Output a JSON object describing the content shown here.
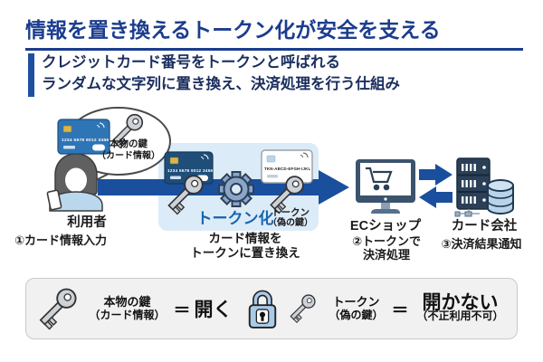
{
  "header": {
    "title": "情報を置き換えるトークン化が安全を支える",
    "subtitle_line1": "クレジットカード番号をトークンと呼ばれる",
    "subtitle_line2": "ランダムな文字列に置き換え、決済処理を行う仕組み"
  },
  "flow": {
    "user": {
      "label": "利用者",
      "step": "①カード情報入力",
      "bubble": {
        "card_number": "1234 5678 9012 3456",
        "key_label": "本物の鍵",
        "key_sublabel": "（カード情報）"
      }
    },
    "tokenization": {
      "label": "トークン化",
      "card_number": "1234 5678 9012 3456",
      "token_value": "TKN-ABCD-EFGH-IJKL",
      "token_key_label": "トークン",
      "token_key_sublabel": "（偽の鍵）",
      "caption_line1": "カード情報を",
      "caption_line2": "トークンに置き換え"
    },
    "ec_shop": {
      "label": "ECショップ",
      "step_line1": "②トークンで",
      "step_line2": "決済処理"
    },
    "card_company": {
      "label": "カード会社",
      "step": "③決済結果通知"
    }
  },
  "legend": {
    "real_key_label": "本物の鍵",
    "real_key_sublabel": "（カード情報）",
    "equals1": "＝",
    "real_result": "開く",
    "fake_key_label": "トークン",
    "fake_key_sublabel": "（偽の鍵）",
    "equals2": "＝",
    "fake_result": "開かない",
    "fake_result_note": "（不正利用不可）"
  },
  "colors": {
    "title_blue": "#1b3d8f",
    "bar_blue": "#1e50a0",
    "arrow_blue": "#1a4f9e",
    "token_label_blue": "#1565b0",
    "token_box_blue": "#dcebf8",
    "card_blue": "#2e75b6",
    "card_navy": "#1f4e79",
    "gear_blue": "#8ba6c9",
    "server_navy": "#2b4057",
    "lock_blue": "#a9cbe8"
  }
}
